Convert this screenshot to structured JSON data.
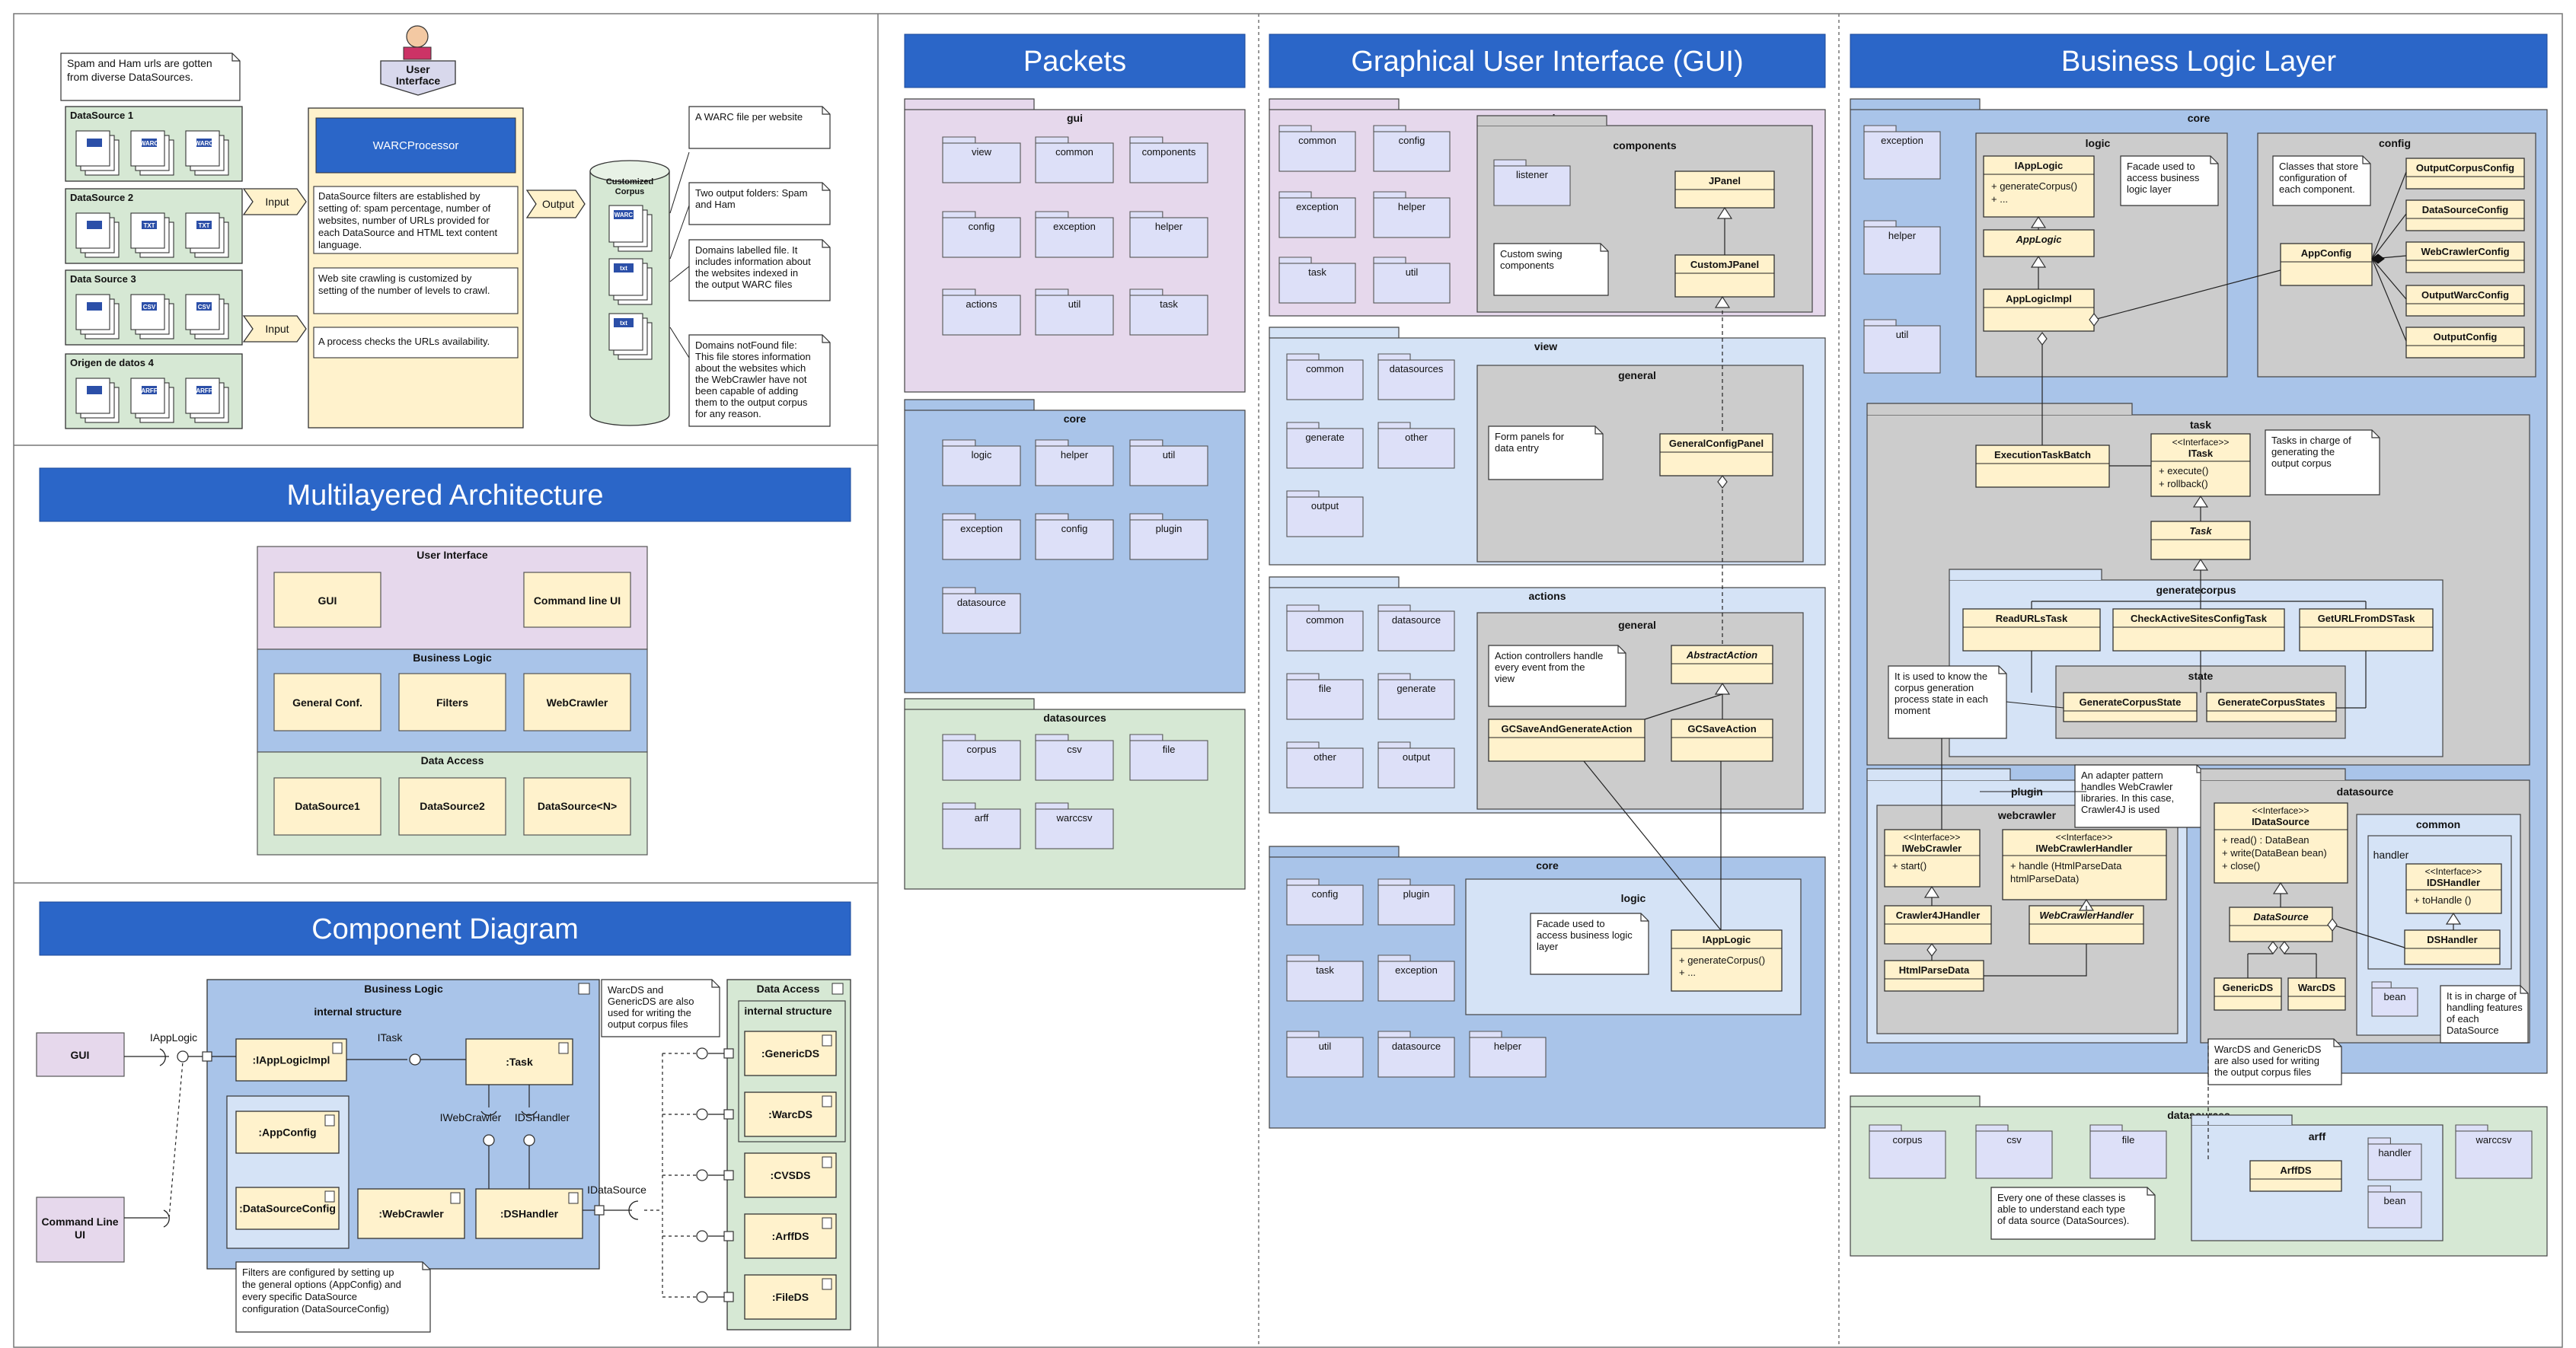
{
  "sections": {
    "packets": "Packets",
    "gui": "Graphical User Interface (GUI)",
    "bll": "Business Logic Layer",
    "multilayer": "Multilayered Architecture",
    "component": "Component Diagram"
  },
  "overview": {
    "note_sources": [
      "Spam and Ham urls are gotten",
      "from diverse DataSources."
    ],
    "user_interface": [
      "User",
      "Interface"
    ],
    "ds1": "DataSource 1",
    "ds2": "DataSource 2",
    "ds3": "Data Source 3",
    "ds4": "Origen de datos 4",
    "input1": "Input",
    "input2": "Input",
    "output": "Output",
    "warc_processor": "WARCProcessor",
    "filters_text": [
      "DataSource filters are established by",
      "setting of: spam percentage, number of",
      "websites, number of URLs provided for",
      "each DataSource and HTML text content",
      "language."
    ],
    "crawl_text": [
      "Web site crawling is customized by",
      "setting of the number of levels to crawl."
    ],
    "check_text": [
      "A process checks the URLs availability."
    ],
    "corpus": [
      "Customized",
      "Corpus"
    ],
    "note_warc": [
      "A WARC file per website"
    ],
    "note_folders": [
      "Two output folders: Spam",
      "and Ham"
    ],
    "note_labelled": [
      "Domains labelled file. It",
      "includes information about",
      "the websites indexed in",
      "the output WARC files"
    ],
    "note_notfound": [
      "Domains notFound file:",
      "This file stores information",
      "about the websites which",
      "the WebCrawler have not",
      "been capable of adding",
      "them to the output corpus",
      "for any reason."
    ],
    "file_warc": "WARC",
    "file_txt": "TXT",
    "file_csv": "CSV",
    "file_arff": "ARFF",
    "file_ext_txt": "txt"
  },
  "multilayer": {
    "ui_layer": "User Interface",
    "gui": "GUI",
    "cli": "Command line UI",
    "bl_layer": "Business Logic",
    "general_conf": "General Conf.",
    "filters": "Filters",
    "webcrawler": "WebCrawler",
    "da_layer": "Data Access",
    "ds1": "DataSource1",
    "ds2": "DataSource2",
    "dsn": "DataSource<N>"
  },
  "component": {
    "gui": "GUI",
    "cli": [
      "Command Line",
      "UI"
    ],
    "iapplogic": "IAppLogic",
    "bl": "Business Logic",
    "internal": "internal structure",
    "applogicimpl": ":IAppLogicImpl",
    "itask": "ITask",
    "task": ":Task",
    "appconfig": ":AppConfig",
    "dsconfig": ":DataSourceConfig",
    "iwebcrawler": "IWebCrawler",
    "idshandler": "IDSHandler",
    "webcrawler": ":WebCrawler",
    "dshandler": ":DSHandler",
    "idatasource": "IDataSource",
    "da": "Data Access",
    "da_internal": "internal structure",
    "genericds": ":GenericDS",
    "warcds": ":WarcDS",
    "csvds": ":CVSDS",
    "arffds": ":ArffDS",
    "fileds": ":FileDS",
    "note_warcds": [
      "WarcDS and",
      "GenericDS are also",
      "used for writing the",
      "output corpus files"
    ],
    "note_filters": [
      "Filters are configured by setting up",
      "the general options (AppConfig) and",
      "every specific DataSource",
      "configuration (DataSourceConfig)"
    ]
  },
  "packets": {
    "gui": "gui",
    "gui_items": [
      "view",
      "common",
      "components",
      "config",
      "exception",
      "helper",
      "actions",
      "util",
      "task"
    ],
    "core": "core",
    "core_items": [
      "logic",
      "helper",
      "util",
      "exception",
      "config",
      "plugin",
      "datasource"
    ],
    "datasources": "datasources",
    "ds_items": [
      "corpus",
      "csv",
      "file",
      "arff",
      "warccsv"
    ]
  },
  "guiview": {
    "gui": "gui",
    "g_items": [
      "common",
      "config",
      "exception",
      "helper",
      "task",
      "util"
    ],
    "components": "components",
    "listener": "listener",
    "jpanel": "JPanel",
    "custom_note": [
      "Custom swing",
      "components"
    ],
    "customjpanel": "CustomJPanel",
    "view": "view",
    "v_items": [
      "common",
      "datasources",
      "generate",
      "other",
      "output"
    ],
    "general": "general",
    "form_note": [
      "Form panels for",
      "data entry"
    ],
    "generalconfigpanel": "GeneralConfigPanel",
    "actions": "actions",
    "a_items": [
      "common",
      "datasource",
      "file",
      "generate",
      "other",
      "output"
    ],
    "a_general": "general",
    "action_note": [
      "Action controllers handle",
      "every event from the",
      "view"
    ],
    "abstractaction": "AbstractAction",
    "gcsaveandgenerate": "GCSaveAndGenerateAction",
    "gcsave": "GCSaveAction",
    "core": "core",
    "c_items": [
      "config",
      "plugin",
      "task",
      "exception",
      "util",
      "datasource",
      "helper"
    ],
    "logic": "logic",
    "facade_note": [
      "Facade used to",
      "access  business logic",
      "layer"
    ],
    "iapplogic": "IAppLogic",
    "gen_corpus": "+ generateCorpus()",
    "dots": "+ ..."
  },
  "bll": {
    "core": "core",
    "c_items": [
      "exception",
      "helper",
      "util"
    ],
    "logic": "logic",
    "iapplogic": "IAppLogic",
    "gen_corpus": "+ generateCorpus()",
    "dots": "+ ...",
    "applogic": "AppLogic",
    "applogicimpl": "AppLogicImpl",
    "facade_note": [
      "Facade used to",
      "access business",
      "logic layer"
    ],
    "config": "config",
    "config_note": [
      "Classes that store",
      "configuration of",
      "each component."
    ],
    "appconfig": "AppConfig",
    "configs": [
      "OutputCorpusConfig",
      "DataSourceConfig",
      "WebCrawlerConfig",
      "OutputWarcConfig",
      "OutputConfig"
    ],
    "task": "task",
    "executiontaskbatch": "ExecutionTaskBatch",
    "interface": "<<Interface>>",
    "itask": "ITask",
    "execute": "+ execute()",
    "rollback": "+ rollback()",
    "task_note": [
      "Tasks in charge of",
      "generating the",
      "output corpus"
    ],
    "task_abs": "Task",
    "generatecorpus": "generatecorpus",
    "readurls": "ReadURLsTask",
    "checkactive": "CheckActiveSitesConfigTask",
    "geturlfromds": "GetURLFromDSTask",
    "state": "state",
    "state_note": [
      "It is used to know the",
      "corpus generation",
      "process state in each",
      "moment"
    ],
    "gcstate": "GenerateCorpusState",
    "gcstates": "GenerateCorpusStates",
    "plugin": "plugin",
    "adapter_note": [
      "An adapter pattern",
      "handles WebCrawler",
      "libraries. In this case,",
      "Crawler4J is used"
    ],
    "webcrawler": "webcrawler",
    "iwebcrawler": "IWebCrawler",
    "start": "+ start()",
    "iwebcrawlerhandler": "IWebCrawlerHandler",
    "handle": [
      "+ handle (HtmlParseData",
      "htmlParseData)"
    ],
    "crawler4j": "Crawler4JHandler",
    "webcrawlerhandler": "WebCrawlerHandler",
    "htmlparsedata": "HtmlParseData",
    "datasource": "datasource",
    "idatasource": "IDataSource",
    "ds_methods": [
      "+ read() : DataBean",
      "+ write(DataBean bean)",
      "+ close()"
    ],
    "datasource_abs": "DataSource",
    "genericds": "GenericDS",
    "warcds": "WarcDS",
    "common": "common",
    "handler": "handler",
    "idshandler": "IDSHandler",
    "tohandle": "+ toHandle ()",
    "dshandler": "DSHandler",
    "bean": "bean",
    "handling_note": [
      "It is in charge of",
      "handling features",
      "of each",
      "DataSource"
    ],
    "warc_note": [
      "WarcDS and GenericDS",
      "are also used for writing",
      "the output corpus files"
    ],
    "datasources": "datasources",
    "dss_items": [
      "corpus",
      "csv",
      "file",
      "warccsv"
    ],
    "arff": "arff",
    "arffds": "ArffDS",
    "arff_handler": "handler",
    "arff_bean": "bean",
    "every_note": [
      "Every one of these classes is",
      "able to understand each type",
      "of data source (DataSources)."
    ]
  },
  "colors": {
    "title_bar": "#2b66c8",
    "pink": "#e6d8ec",
    "blue_pkg": "#a9c4e9",
    "light_blue": "#d5e3f6",
    "green": "#d6e8d4",
    "gray_pkg": "#cccccc",
    "class_yellow": "#fff2cc",
    "note": "#ffffff",
    "folder": "#dde0f8"
  }
}
